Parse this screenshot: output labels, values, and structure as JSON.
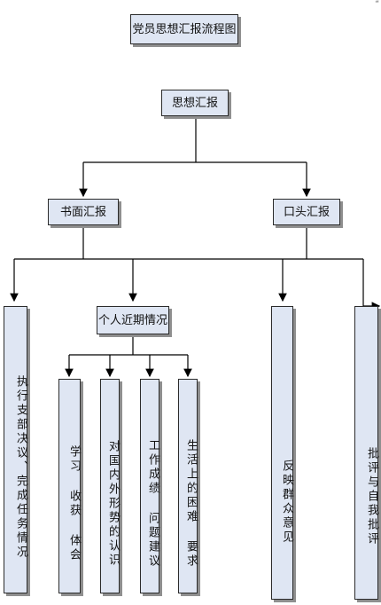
{
  "title": "党员思想汇报流程图",
  "nodes": {
    "root": "思想汇报",
    "written": "书面汇报",
    "oral": "口头汇报",
    "personal": "个人近期情况",
    "execute": "执行支部决议、完成任务情况",
    "feedback": "反映群众意见",
    "critique": "批评与自我批评",
    "study": "学习 收获 体会",
    "domestic": "对国内外形势的认识",
    "work": "工作成绩 问题建议",
    "life": "生活上的困难 要求"
  },
  "corner_mark": "“"
}
